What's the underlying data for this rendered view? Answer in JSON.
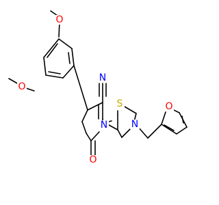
{
  "diagram": {
    "atoms": [
      {
        "id": "o_top",
        "label": "O",
        "color": "#ff0000"
      },
      {
        "id": "o_left",
        "label": "O",
        "color": "#ff0000"
      },
      {
        "id": "n_nitrile",
        "label": "N",
        "color": "#0000ff"
      },
      {
        "id": "s_ring",
        "label": "S",
        "color": "#c8a600"
      },
      {
        "id": "o_furan",
        "label": "O",
        "color": "#ff0000"
      },
      {
        "id": "n_ring_right",
        "label": "N",
        "color": "#0000ff"
      },
      {
        "id": "n_ring_left",
        "label": "N",
        "color": "#0000ff"
      },
      {
        "id": "o_carbonyl",
        "label": "O",
        "color": "#ff0000"
      }
    ]
  }
}
